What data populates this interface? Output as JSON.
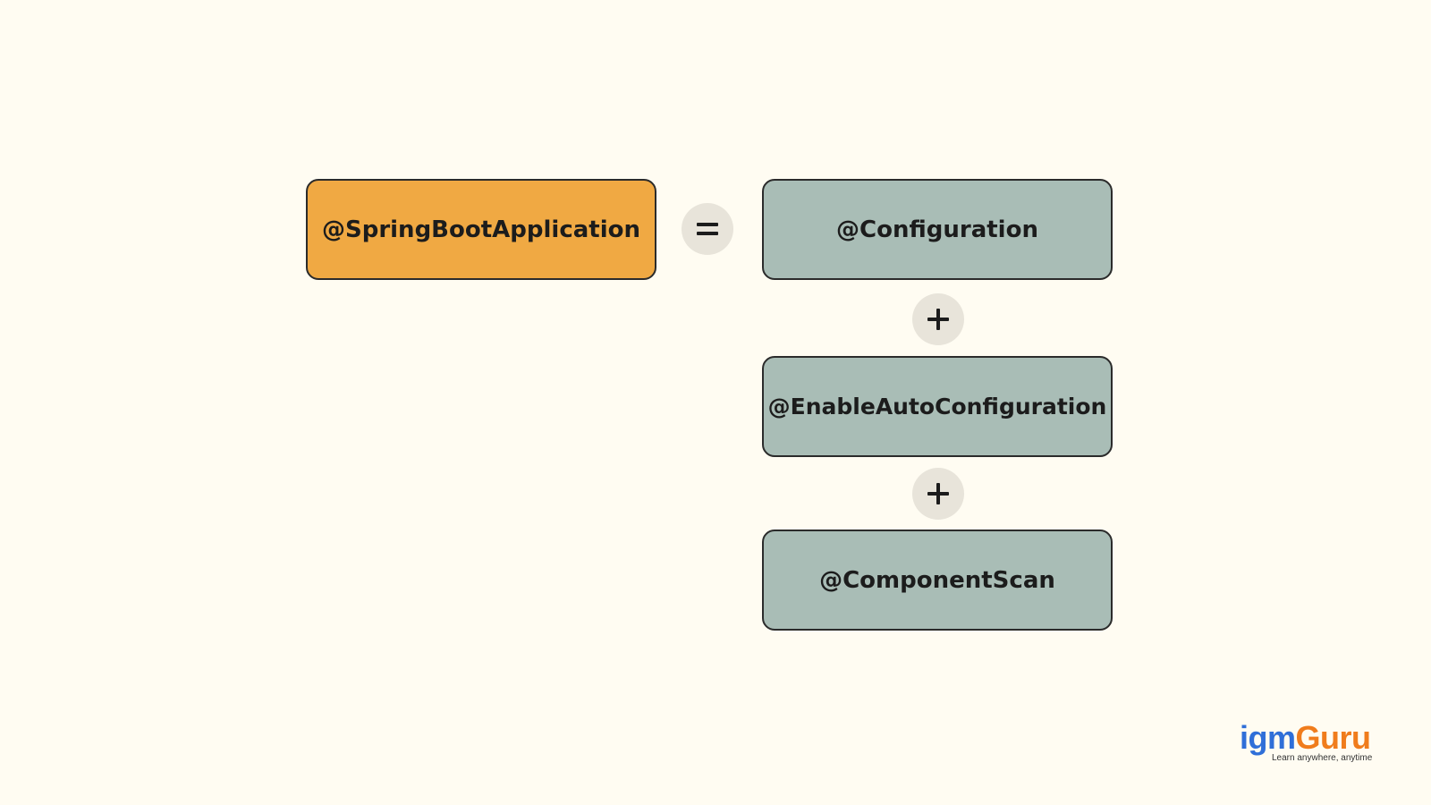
{
  "diagram": {
    "main_box": {
      "label": "@SpringBootApplication",
      "color": "#f0a943"
    },
    "equals_symbol": "=",
    "components": [
      {
        "label": "@Configuration",
        "color": "#a9bdb6"
      },
      {
        "label": "@EnableAutoConfiguration",
        "color": "#a9bdb6"
      },
      {
        "label": "@ComponentScan",
        "color": "#a9bdb6"
      }
    ],
    "plus_symbol": "+"
  },
  "logo": {
    "part_a": "igm",
    "part_b": "Guru",
    "tagline": "Learn anywhere, anytime",
    "color_a": "#2f6fd8",
    "color_b": "#f07c1c"
  }
}
